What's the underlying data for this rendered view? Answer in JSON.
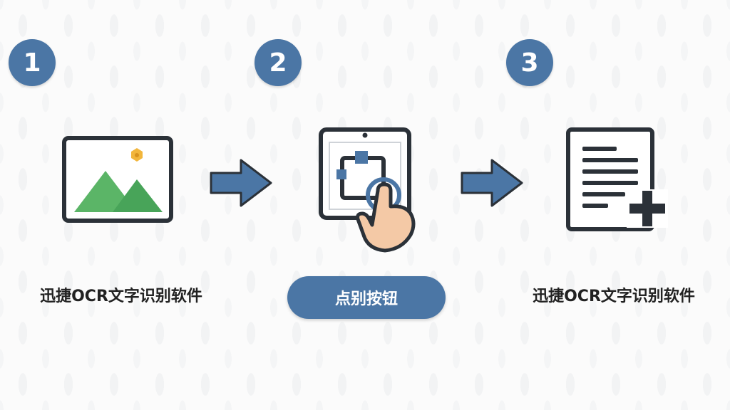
{
  "steps": [
    {
      "number": "1",
      "caption": "迅捷OCR文字识别软件"
    },
    {
      "number": "2",
      "button_label": "点别按钮"
    },
    {
      "number": "3",
      "caption": "迅捷OCR文字识别软件"
    }
  ],
  "icons": {
    "step1": "image-icon",
    "step2": "tablet-tap-icon",
    "step3": "document-add-icon",
    "arrows": "arrow-right-icon"
  },
  "colors": {
    "accent": "#4b76a5",
    "icon_stroke": "#2b3138",
    "mountain_green": "#5bb567",
    "sun_yellow": "#f2b63c",
    "hand_skin": "#f4c9a6"
  }
}
